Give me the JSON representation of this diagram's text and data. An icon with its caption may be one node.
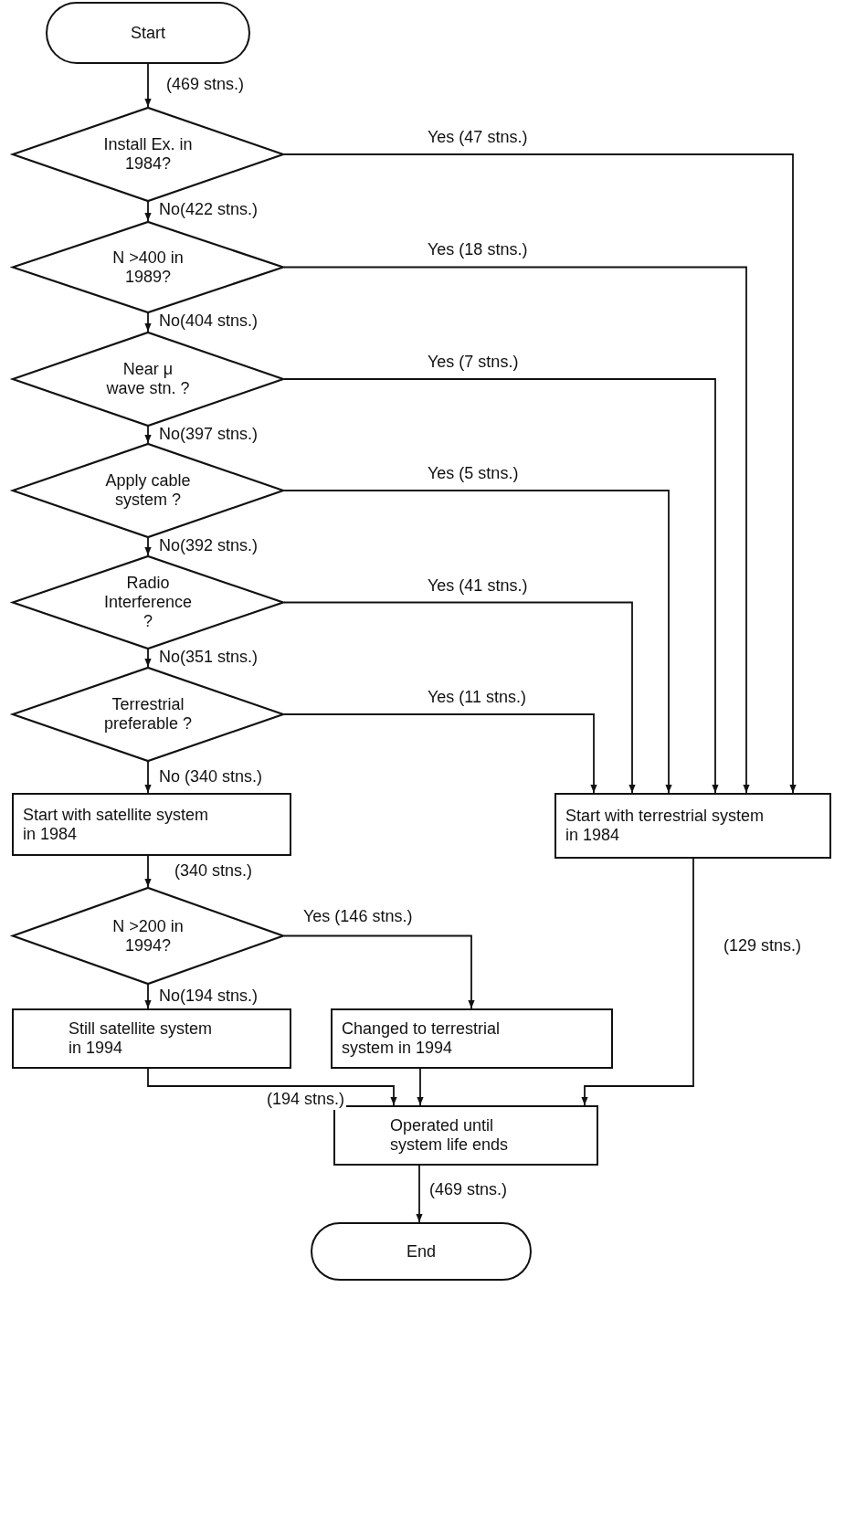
{
  "diagram": {
    "nodes": [
      {
        "text": [
          "Start"
        ]
      },
      {
        "text": [
          "Install Ex. in 1984?"
        ]
      },
      {
        "text": [
          "N >400 in 1989?"
        ]
      },
      {
        "text": [
          "Near μ wave stn. ?"
        ]
      },
      {
        "text": [
          "Apply cable system ?"
        ]
      },
      {
        "text": [
          "Radio Interference ?"
        ]
      },
      {
        "text": [
          "Terrestrial preferable ?"
        ]
      },
      {
        "text": [
          "Start with satellite system in 1984"
        ]
      },
      {
        "text": [
          "Start with terrestrial system in 1984"
        ]
      },
      {
        "text": [
          "N >200 in 1994?"
        ]
      },
      {
        "text": [
          "Still satellite system in 1994"
        ]
      },
      {
        "text": [
          "Changed to terrestrial system in 1994"
        ]
      },
      {
        "text": [
          "Operated until system life ends"
        ]
      },
      {
        "text": [
          "End"
        ]
      }
    ],
    "edges": [
      {
        "from": 0,
        "to": 1,
        "arrow": "to",
        "label": "(469 stns.)"
      },
      {
        "from": 1,
        "to": 8,
        "arrow": "to",
        "label": "Yes (47 stns.)"
      },
      {
        "from": 1,
        "to": 2,
        "arrow": "to",
        "label": "No(422 stns.)"
      },
      {
        "from": 2,
        "to": 8,
        "arrow": "to",
        "label": "Yes (18 stns.)"
      },
      {
        "from": 2,
        "to": 3,
        "arrow": "to",
        "label": "No(404 stns.)"
      },
      {
        "from": 3,
        "to": 8,
        "arrow": "to",
        "label": "Yes (7 stns.)"
      },
      {
        "from": 3,
        "to": 4,
        "arrow": "to",
        "label": "No(397 stns.)"
      },
      {
        "from": 4,
        "to": 8,
        "arrow": "to",
        "label": "Yes (5 stns.)"
      },
      {
        "from": 4,
        "to": 5,
        "arrow": "to",
        "label": "No(392 stns.)"
      },
      {
        "from": 5,
        "to": 8,
        "arrow": "to",
        "label": "Yes (41 stns.)"
      },
      {
        "from": 5,
        "to": 6,
        "arrow": "to",
        "label": "No(351 stns.)"
      },
      {
        "from": 6,
        "to": 8,
        "arrow": "to",
        "label": "Yes (11 stns.)"
      },
      {
        "from": 6,
        "to": 7,
        "arrow": "to",
        "label": "No (340 stns.)"
      },
      {
        "from": 7,
        "to": 9,
        "arrow": "to",
        "label": "(340 stns.)"
      },
      {
        "from": 9,
        "to": 11,
        "arrow": "to",
        "label": "Yes (146 stns.)"
      },
      {
        "from": 9,
        "to": 10,
        "arrow": "to",
        "label": "No(194 stns.)"
      },
      {
        "from": 10,
        "to": 12,
        "arrow": "to",
        "label": "(194 stns.)"
      },
      {
        "from": 11,
        "to": 12,
        "arrow": "to"
      },
      {
        "from": 8,
        "to": 12,
        "arrow": "to",
        "label": "(129 stns.)"
      },
      {
        "from": 12,
        "to": 13,
        "arrow": "to",
        "label": "(469 stns.)"
      }
    ]
  }
}
